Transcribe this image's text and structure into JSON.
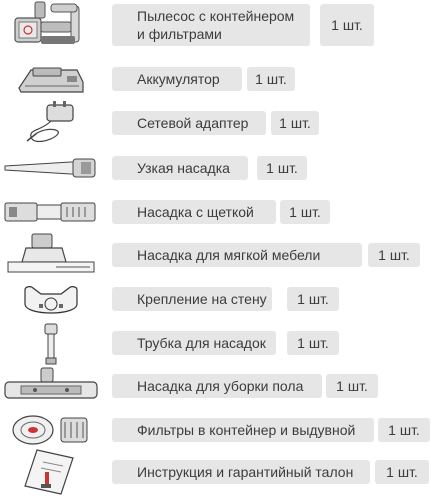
{
  "items": [
    {
      "name": "Пылесос с контейнером и фильтрами",
      "line1": "Пылесос с контейнером",
      "line2": "и фильтрами",
      "qty": "1 шт.",
      "icon": "vacuum-main-unit-icon"
    },
    {
      "name": "Аккумулятор",
      "qty": "1 шт.",
      "icon": "battery-icon"
    },
    {
      "name": "Сетевой адаптер",
      "qty": "1 шт.",
      "icon": "power-adapter-icon"
    },
    {
      "name": "Узкая насадка",
      "qty": "1 шт.",
      "icon": "crevice-tool-icon"
    },
    {
      "name": "Насадка с щеткой",
      "qty": "1 шт.",
      "icon": "brush-tool-icon"
    },
    {
      "name": "Насадка для мягкой мебели",
      "qty": "1 шт.",
      "icon": "upholstery-tool-icon"
    },
    {
      "name": "Крепление на стену",
      "qty": "1 шт.",
      "icon": "wall-mount-icon"
    },
    {
      "name": "Трубка для насадок",
      "qty": "1 шт.",
      "icon": "extension-tube-icon"
    },
    {
      "name": "Насадка для уборки пола",
      "qty": "1 шт.",
      "icon": "floor-head-icon"
    },
    {
      "name": "Фильтры в контейнер и выдувной",
      "qty": "1 шт.",
      "icon": "filters-icon"
    },
    {
      "name": "Инструкция и гарантийный талон",
      "qty": "1 шт.",
      "icon": "manual-icon"
    }
  ]
}
